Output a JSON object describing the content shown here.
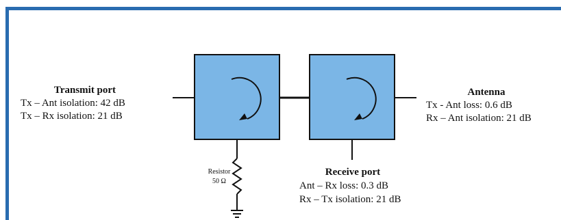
{
  "transmit": {
    "title": "Transmit port",
    "line1": "Tx – Ant isolation: 42 dB",
    "line2": "Tx – Rx isolation: 21 dB"
  },
  "antenna": {
    "title": "Antenna",
    "line1": "Tx - Ant loss: 0.6 dB",
    "line2": "Rx – Ant isolation: 21 dB"
  },
  "receive": {
    "title": "Receive port",
    "line1": "Ant – Rx loss: 0.3 dB",
    "line2": "Rx – Tx isolation: 21 dB"
  },
  "resistor": {
    "label": "Resistor",
    "value": "50 Ω"
  },
  "colors": {
    "frame": "#2a6cb0",
    "circulator_fill": "#7bb6e6"
  }
}
